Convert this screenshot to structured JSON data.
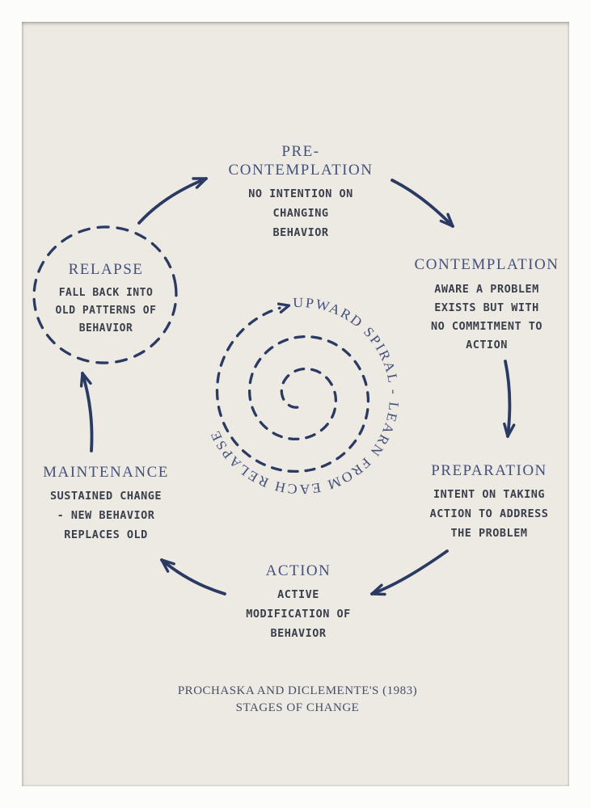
{
  "colors": {
    "paper": "#EDEAE4",
    "frame": "#FCFCFA",
    "heading_navy": "#45517B",
    "hand_ink": "#3A3F4B",
    "arrow_ink": "#2B3A63"
  },
  "icons": {
    "spiral": "dashed-upward-spiral-with-arrow",
    "relapse_ring": "hand-drawn-dashed-circle",
    "connectors": "hand-drawn-curved-arrows"
  },
  "stages": {
    "precontemplation": {
      "title_line1": "PRE-",
      "title_line2": "CONTEMPLATION",
      "desc_line1": "NO INTENTION ON",
      "desc_line2": "CHANGING",
      "desc_line3": "BEHAVIOR"
    },
    "contemplation": {
      "title": "CONTEMPLATION",
      "desc_line1": "AWARE A PROBLEM",
      "desc_line2": "EXISTS BUT WITH",
      "desc_line3": "NO COMMITMENT TO",
      "desc_line4": "ACTION"
    },
    "preparation": {
      "title": "PREPARATION",
      "desc_line1": "INTENT ON TAKING",
      "desc_line2": "ACTION TO ADDRESS",
      "desc_line3": "THE PROBLEM"
    },
    "action": {
      "title": "ACTION",
      "desc_line1": "ACTIVE",
      "desc_line2": "MODIFICATION OF",
      "desc_line3": "BEHAVIOR"
    },
    "maintenance": {
      "title": "MAINTENANCE",
      "desc_line1": "SUSTAINED CHANGE",
      "desc_line2": "- NEW BEHAVIOR",
      "desc_line3": "REPLACES OLD"
    },
    "relapse": {
      "title": "RELAPSE",
      "desc_line1": "FALL BACK INTO",
      "desc_line2": "OLD PATTERNS OF",
      "desc_line3": "BEHAVIOR"
    }
  },
  "center_spiral": {
    "label": "UPWARD SPIRAL - LEARN FROM EACH RELAPSE"
  },
  "footer": {
    "line1": "PROCHASKA AND DICLEMENTE'S (1983)",
    "line2": "STAGES OF CHANGE"
  }
}
